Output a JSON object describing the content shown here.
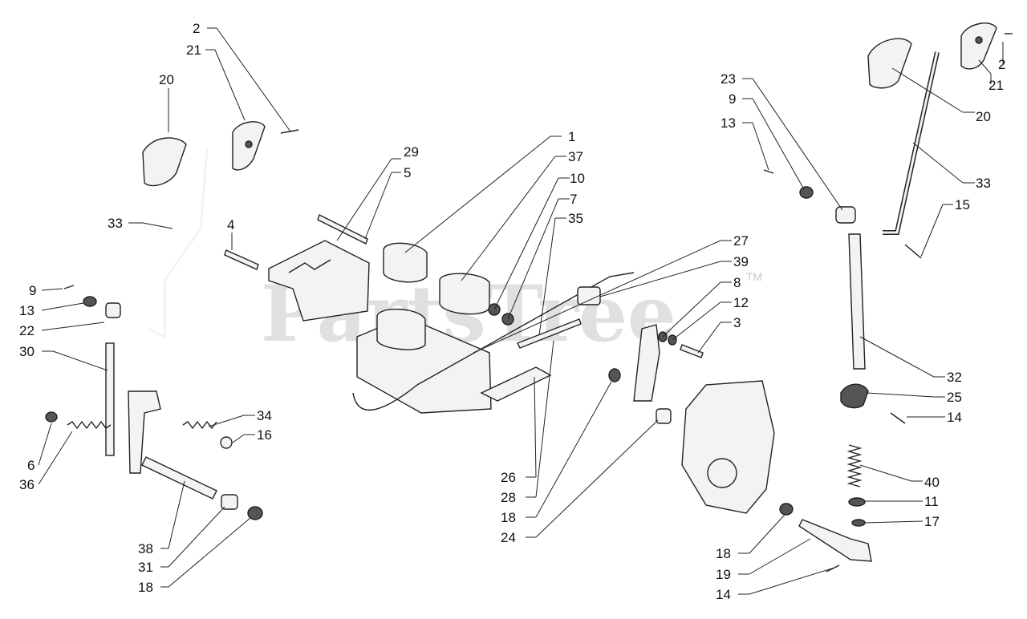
{
  "watermark": {
    "text": "PartsTree",
    "tm": "TM"
  },
  "callouts": {
    "c_2L": "2",
    "c_21L": "21",
    "c_20L": "20",
    "c_33L": "33",
    "c_4": "4",
    "c_29": "29",
    "c_5": "5",
    "c_1": "1",
    "c_37": "37",
    "c_10": "10",
    "c_7": "7",
    "c_35": "35",
    "c_27": "27",
    "c_39": "39",
    "c_8": "8",
    "c_12": "12",
    "c_3": "3",
    "c_9L": "9",
    "c_13L": "13",
    "c_22": "22",
    "c_30": "30",
    "c_34": "34",
    "c_16": "16",
    "c_6": "6",
    "c_36": "36",
    "c_38": "38",
    "c_31": "31",
    "c_18L": "18",
    "c_26": "26",
    "c_28": "28",
    "c_18M": "18",
    "c_24": "24",
    "c_23": "23",
    "c_9R": "9",
    "c_13R": "13",
    "c_2R": "2",
    "c_21R": "21",
    "c_20R": "20",
    "c_33R": "33",
    "c_15": "15",
    "c_32": "32",
    "c_25": "25",
    "c_14a": "14",
    "c_40": "40",
    "c_11": "11",
    "c_17": "17",
    "c_18R": "18",
    "c_19": "19",
    "c_14b": "14"
  }
}
